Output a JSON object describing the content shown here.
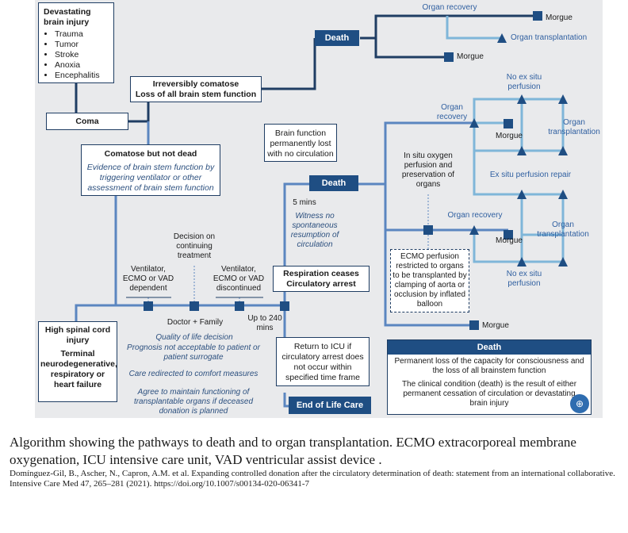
{
  "boxes": {
    "brain_injury": {
      "title": "Devastating brain injury",
      "items": [
        "Trauma",
        "Tumor",
        "Stroke",
        "Anoxia",
        "Encephalitis"
      ]
    },
    "coma": "Coma",
    "irreversibly_comatose": {
      "line1": "Irreversibly comatose",
      "line2": "Loss of all brain stem function"
    },
    "comatose_not_dead": {
      "title": "Comatose but not dead",
      "desc": "Evidence of brain stem function by triggering ventilator or other assessment of brain stem function"
    },
    "brain_function_lost": "Brain function permanently lost with no circulation",
    "death_top": "Death",
    "death_mid": "Death",
    "respiration_ceases": {
      "line1": "Respiration ceases",
      "line2": "Circulatory arrest"
    },
    "high_spinal": {
      "line1": "High spinal cord injury",
      "line2": "Terminal neurodegenerative, respiratory or heart failure"
    },
    "return_icu": "Return to ICU if circulatory arrest does not occur within specified time frame",
    "end_of_life": "End of Life Care",
    "ecmo_perfusion": "ECMO perfusion restricted to organs to be transplanted by clamping of aorta or occlusion by inflated balloon",
    "death_panel": {
      "title": "Death",
      "p1": "Permanent loss of the capacity for consciousness and the loss of all brainstem function",
      "p2": "The clinical condition (death) is the result of either permanent cessation of circulation or devastating brain injury"
    }
  },
  "labels": {
    "organ_recovery_top": "Organ recovery",
    "morgue_top1": "Morgue",
    "organ_transplantation_top": "Organ transplantation",
    "morgue_top2": "Morgue",
    "no_ex_situ_top": "No ex situ perfusion",
    "organ_recovery_r1": "Organ recovery",
    "morgue_r1": "Morgue",
    "organ_transplantation_r1": "Organ transplantation",
    "ex_situ_repair": "Ex situ perfusion repair",
    "in_situ": "In situ oxygen perfusion and preservation of organs",
    "organ_recovery_r2": "Organ recovery",
    "morgue_r2": "Morgue",
    "organ_transplantation_r2": "Organ transplantation",
    "no_ex_situ_bottom": "No ex situ perfusion",
    "morgue_bottom": "Morgue",
    "five_mins": "5 mins",
    "witness": "Witness no spontaneous resumption of circulation",
    "decision": "Decision on continuing treatment",
    "vent_dependent": "Ventilator, ECMO or VAD dependent",
    "vent_discontinued": "Ventilator, ECMO or VAD discontinued",
    "doctor_family": "Doctor + Family",
    "up_to": "Up to 240 mins",
    "quality": "Quality of life decision",
    "prognosis": "Prognosis not acceptable to patient or patient surrogate",
    "care_redirected": "Care redirected to comfort measures",
    "agree": "Agree to maintain functioning of transplantable organs if deceased donation is planned"
  },
  "caption": {
    "text": "Algorithm showing the pathways to death and to organ transplantation. ECMO extracorporeal membrane oxygenation, ICU intensive care unit, VAD ventricular assist device .",
    "citation": "Domínguez-Gil, B., Ascher, N., Capron, A.M. et al. Expanding controlled donation after the circulatory determination of death: statement from an international collaborative. Intensive Care Med 47, 265–281 (2021). https://doi.org/10.1007/s00134-020-06341-7"
  },
  "colors": {
    "dark_blue": "#1f3d63",
    "mid_blue": "#5b86c0",
    "light_blue": "#7fb6d9",
    "background": "#e9eaec"
  }
}
